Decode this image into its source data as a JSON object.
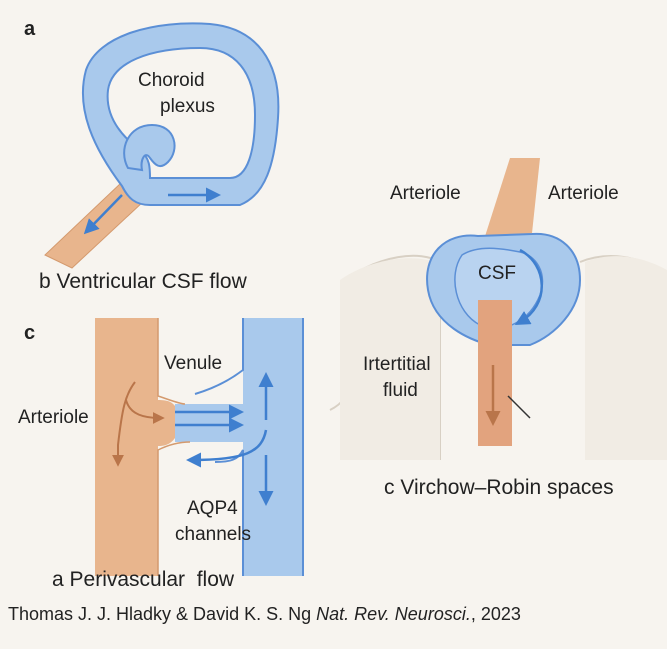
{
  "panels": {
    "top": {
      "letter": "a",
      "labels": [
        "Choroid",
        "plexus"
      ],
      "caption": "b Ventricular CSF flow"
    },
    "right": {
      "labels": {
        "arteriole_left": "Arteriole",
        "arteriole_right": "Arteriole",
        "csf": "CSF",
        "interstitial": [
          "Irtertitial",
          "fluid"
        ]
      },
      "caption": "c Virchow–Robin spaces"
    },
    "bottom": {
      "letter": "c",
      "labels": {
        "venule": "Venule",
        "arteriole": "Arteriole",
        "aqp4": [
          "AQP4",
          "channels"
        ]
      },
      "caption": "a Perivascular  flow"
    }
  },
  "citation": {
    "authors": "Thomas J. J. Hladky & David K. S. Ng ",
    "journal": "Nat. Rev. Neurosci.",
    "year": ", 2023"
  },
  "colors": {
    "csf_blue": "#a9c9ec",
    "blue_outline": "#5b8fd6",
    "arteriole_tan": "#e8b58d",
    "arrow_blue": "#3f7fcf",
    "arrow_brown": "#b9754a",
    "background": "#f7f4ef"
  }
}
